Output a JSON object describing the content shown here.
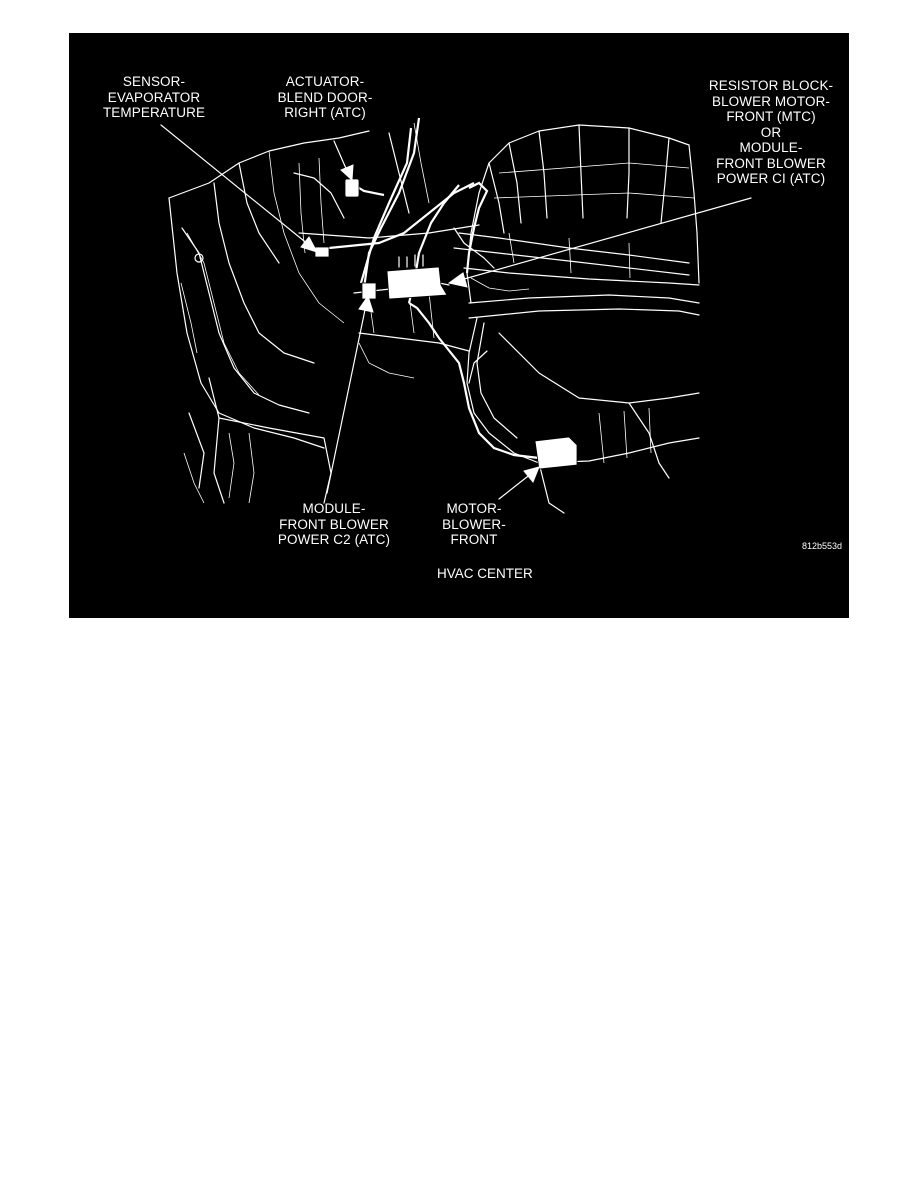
{
  "callouts": {
    "sensor_evaporator": "SENSOR-\nEVAPORATOR\nTEMPERATURE",
    "actuator_blend_door": "ACTUATOR-\nBLEND DOOR-\nRIGHT (ATC)",
    "resistor_block": "RESISTOR BLOCK-\nBLOWER MOTOR-\nFRONT (MTC)\nOR\nMODULE-\nFRONT BLOWER\nPOWER CI (ATC)",
    "module_c2": "MODULE-\nFRONT BLOWER\nPOWER C2 (ATC)",
    "motor_blower": "MOTOR-\nBLOWER-\nFRONT"
  },
  "figure_id": "812b553d",
  "caption": "HVAC CENTER",
  "colors": {
    "background": "#000000",
    "linework": "#ffffff",
    "page": "#ffffff"
  }
}
